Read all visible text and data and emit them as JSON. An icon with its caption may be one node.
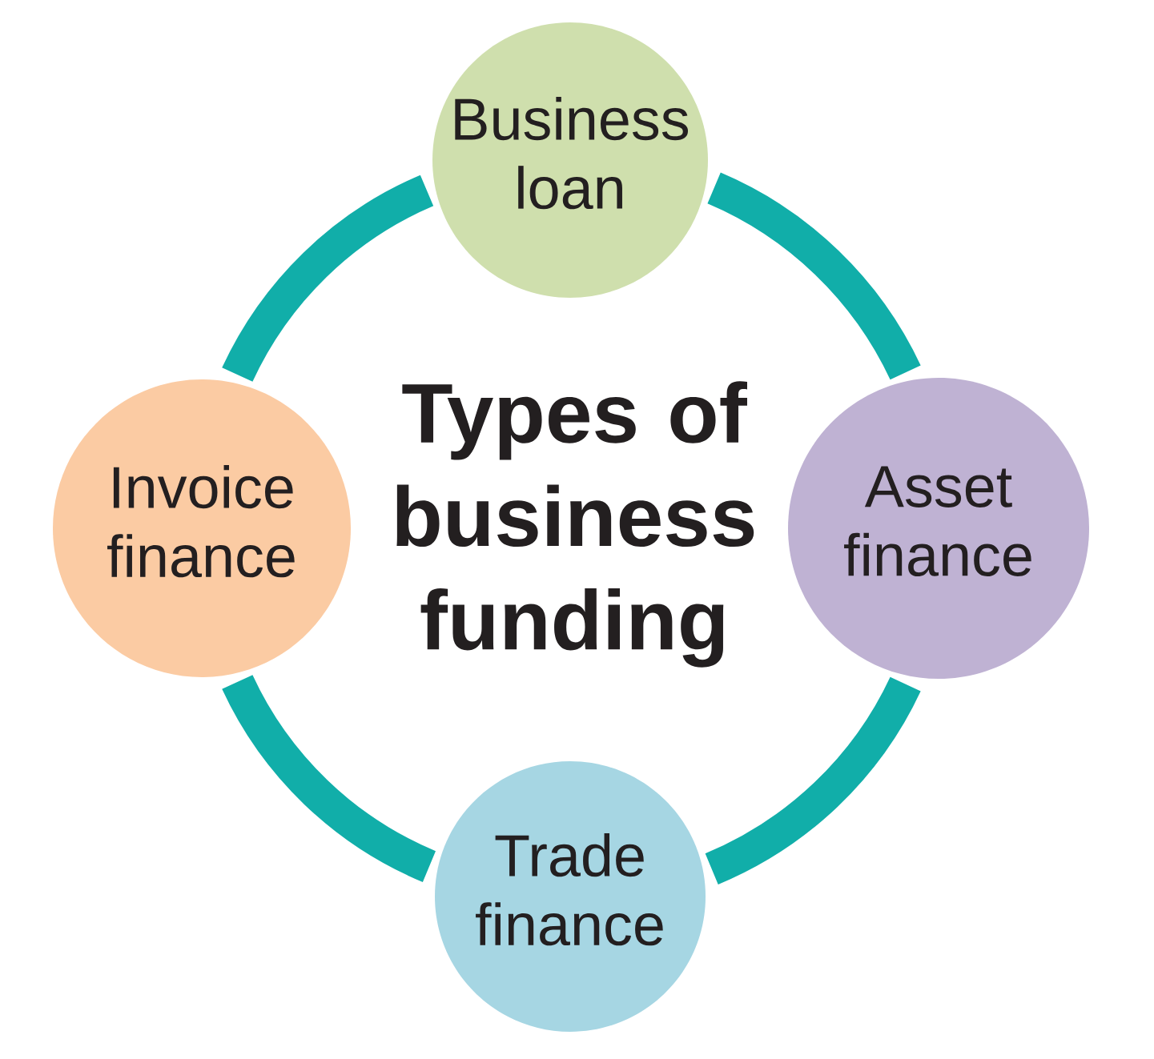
{
  "diagram": {
    "title": "Types of business funding",
    "nodes": [
      {
        "text": [
          "Business loan"
        ]
      },
      {
        "text": [
          "Invoice finance"
        ]
      },
      {
        "text": [
          "Asset finance"
        ]
      },
      {
        "text": [
          "Trade finance"
        ]
      }
    ],
    "edges": [
      {
        "from": 0,
        "to": 2,
        "arrow": "none"
      },
      {
        "from": 2,
        "to": 3,
        "arrow": "none"
      },
      {
        "from": 3,
        "to": 1,
        "arrow": "none"
      },
      {
        "from": 1,
        "to": 0,
        "arrow": "none"
      }
    ]
  }
}
